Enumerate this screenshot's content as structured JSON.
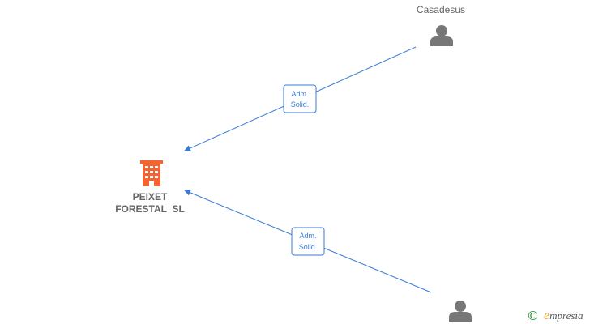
{
  "company": {
    "name_line1": "PEIXET",
    "name_line2": "FORESTAL  SL",
    "color": "#f26430"
  },
  "persons": [
    {
      "name": "Casadesus",
      "icon": "person-icon"
    },
    {
      "name": "",
      "icon": "person-icon"
    }
  ],
  "relations": [
    {
      "line1": "Adm.",
      "line2": "Solid."
    },
    {
      "line1": "Adm.",
      "line2": "Solid."
    }
  ],
  "colors": {
    "edge": "#3a7bd5",
    "person": "#777777",
    "text": "#666666"
  },
  "brand": {
    "copyright": "©",
    "initial": "e",
    "rest": "mpresia"
  }
}
